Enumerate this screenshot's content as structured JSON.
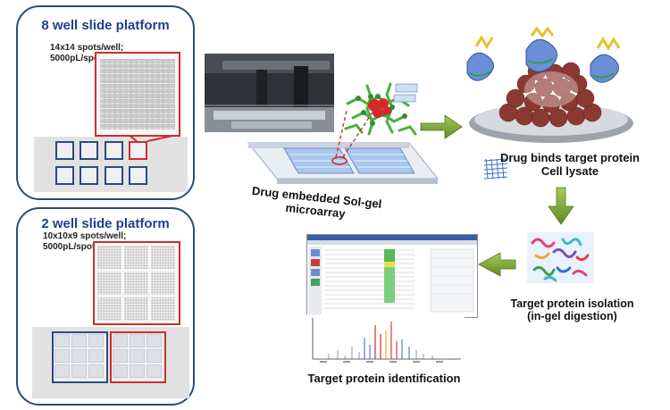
{
  "panel_8well": {
    "title": "8 well slide platform",
    "spec_line1": "14x14 spots/well;",
    "spec_line2": "5000pL/spot"
  },
  "panel_2well": {
    "title": "2 well slide platform",
    "spec_line1": "10x10x9 spots/well;",
    "spec_line2": "5000pL/spot"
  },
  "captions": {
    "microarray": "Drug embedded Sol-gel microarray",
    "binding_line1": "Drug binds target protein",
    "binding_line2": "Cell lysate",
    "isolation_line1": "Target protein isolation",
    "isolation_line2": "(in-gel digestion)",
    "identification": "Target protein identification"
  },
  "colors": {
    "panel_border": "#2c4a7d",
    "title_blue": "#1f3f8a",
    "highlight_red": "#cc2e2e",
    "arrow_green": "#6e9a2e"
  }
}
